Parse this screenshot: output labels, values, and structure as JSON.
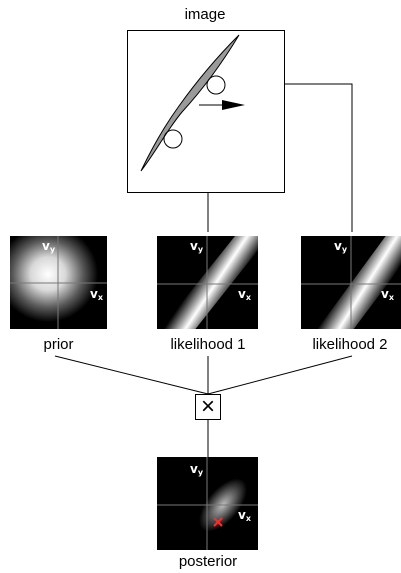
{
  "image_label": "image",
  "prior": {
    "label": "prior",
    "axis_x": "v",
    "axis_x_sub": "x",
    "axis_y": "v",
    "axis_y_sub": "y"
  },
  "likelihood1": {
    "label": "likelihood 1",
    "axis_x": "v",
    "axis_x_sub": "x",
    "axis_y": "v",
    "axis_y_sub": "y"
  },
  "likelihood2": {
    "label": "likelihood 2",
    "axis_x": "v",
    "axis_x_sub": "x",
    "axis_y": "v",
    "axis_y_sub": "y"
  },
  "posterior": {
    "label": "posterior",
    "axis_x": "v",
    "axis_x_sub": "x",
    "axis_y": "v",
    "axis_y_sub": "y",
    "estimate_color": "#ff2a2a"
  },
  "operator_symbol": "×",
  "colors": {
    "shape_fill": "#9a9a9a",
    "panel_bg": "#000000",
    "line": "#000000"
  }
}
